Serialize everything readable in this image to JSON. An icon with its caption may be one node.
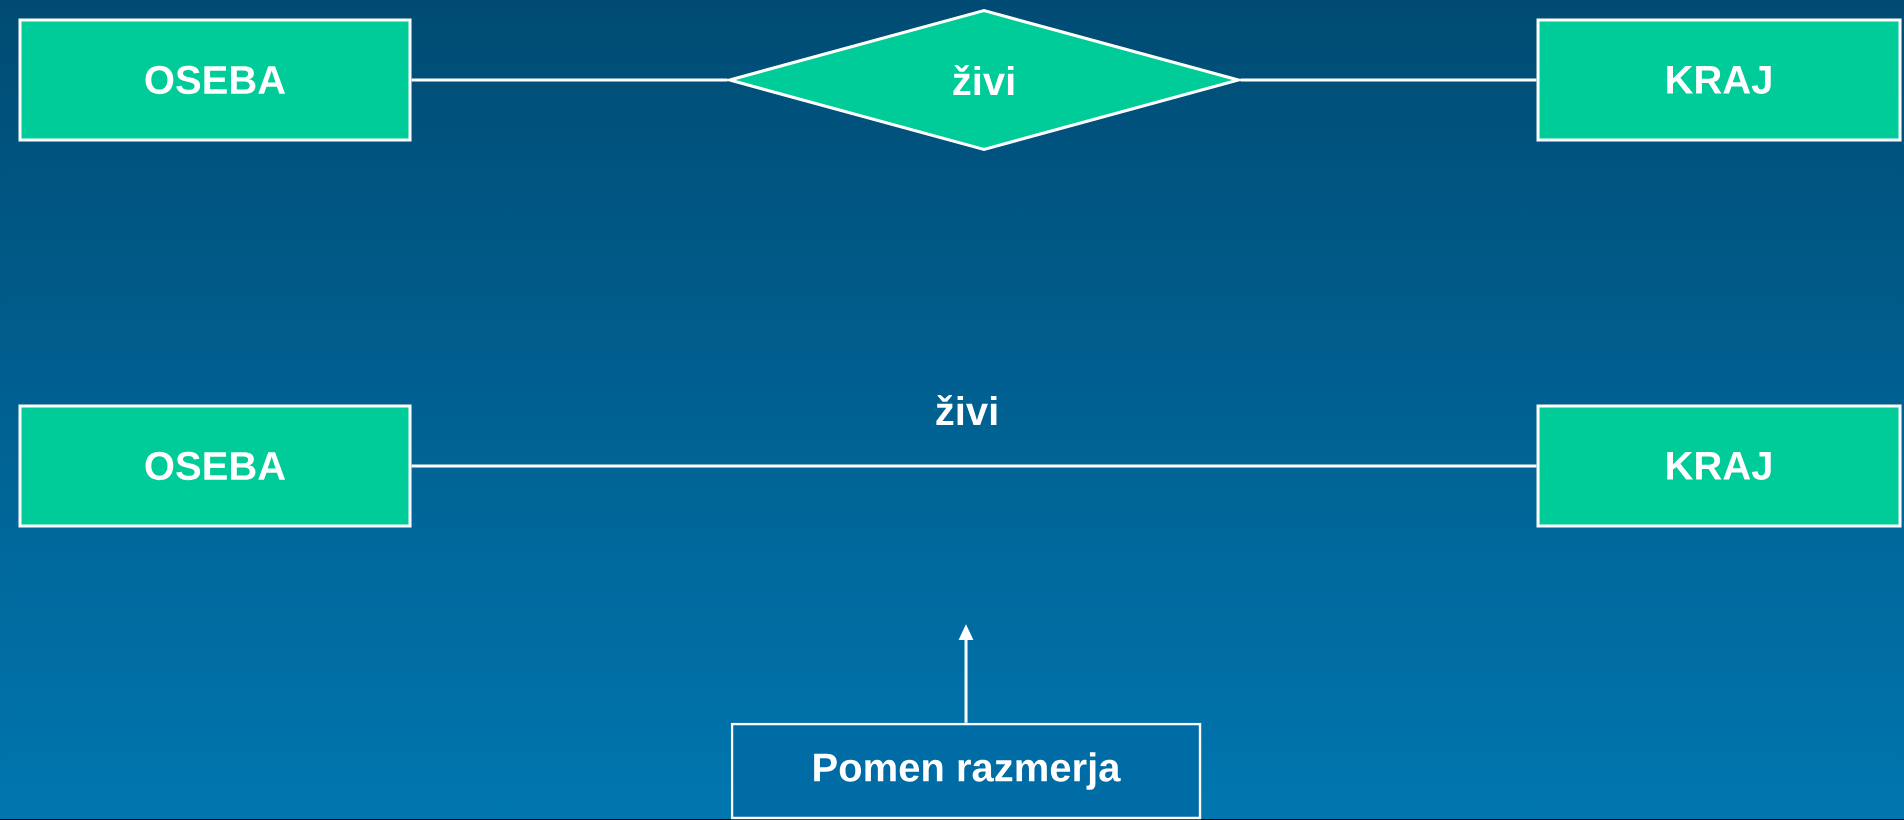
{
  "diagram": {
    "nodes": [
      {
        "text": [
          "OSEBA"
        ]
      },
      {
        "text": [
          "živi"
        ]
      },
      {
        "text": [
          "KRAJ"
        ]
      },
      {
        "text": [
          "OSEBA"
        ]
      },
      {
        "text": [
          "KRAJ"
        ]
      },
      {
        "text": [
          "Pomen razmerja"
        ]
      }
    ],
    "edges": [
      {
        "from": 0,
        "to": 1,
        "arrow": "none"
      },
      {
        "from": 1,
        "to": 2,
        "arrow": "none"
      },
      {
        "from": 3,
        "to": 4,
        "arrow": "none",
        "label": "živi"
      },
      {
        "from": 5,
        "to": null,
        "arrow": "to"
      }
    ]
  }
}
